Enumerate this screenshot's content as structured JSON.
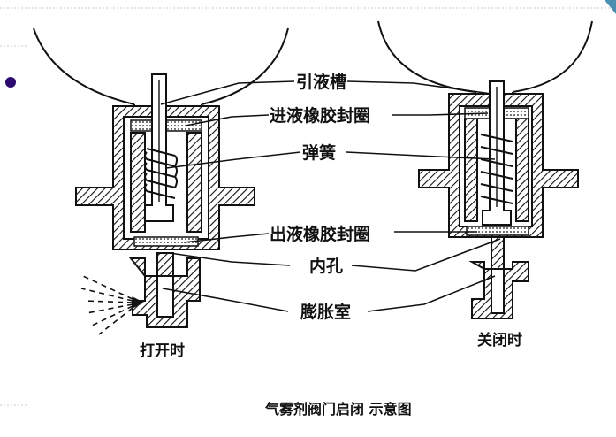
{
  "labels": {
    "groove": "引液槽",
    "inlet_seal": "进液橡胶封圈",
    "spring": "弹簧",
    "outlet_seal": "出液橡胶封圈",
    "inner_hole": "内孔",
    "expansion_chamber": "膨胀室"
  },
  "captions": {
    "open": "打开时",
    "closed": "关闭时"
  },
  "title": "气雾剂阀门启闭 示意图",
  "colors": {
    "bullet": "#2a0a6e",
    "corner_accent": "#4a8fb0",
    "ink": "#111111"
  }
}
